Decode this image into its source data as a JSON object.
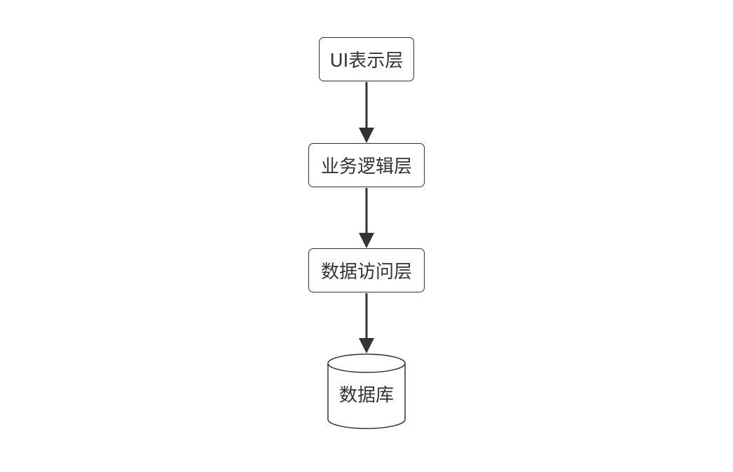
{
  "diagram": {
    "nodes": [
      {
        "id": "ui",
        "label": "UI表示层",
        "shape": "rounded-rectangle"
      },
      {
        "id": "biz",
        "label": "业务逻辑层",
        "shape": "rounded-rectangle"
      },
      {
        "id": "dal",
        "label": "数据访问层",
        "shape": "rounded-rectangle"
      },
      {
        "id": "db",
        "label": "数据库",
        "shape": "cylinder"
      }
    ],
    "edges": [
      {
        "from": "ui",
        "to": "biz"
      },
      {
        "from": "biz",
        "to": "dal"
      },
      {
        "from": "dal",
        "to": "db"
      }
    ],
    "colors": {
      "stroke": "#333333",
      "fill": "#ffffff",
      "text": "#333333"
    }
  }
}
